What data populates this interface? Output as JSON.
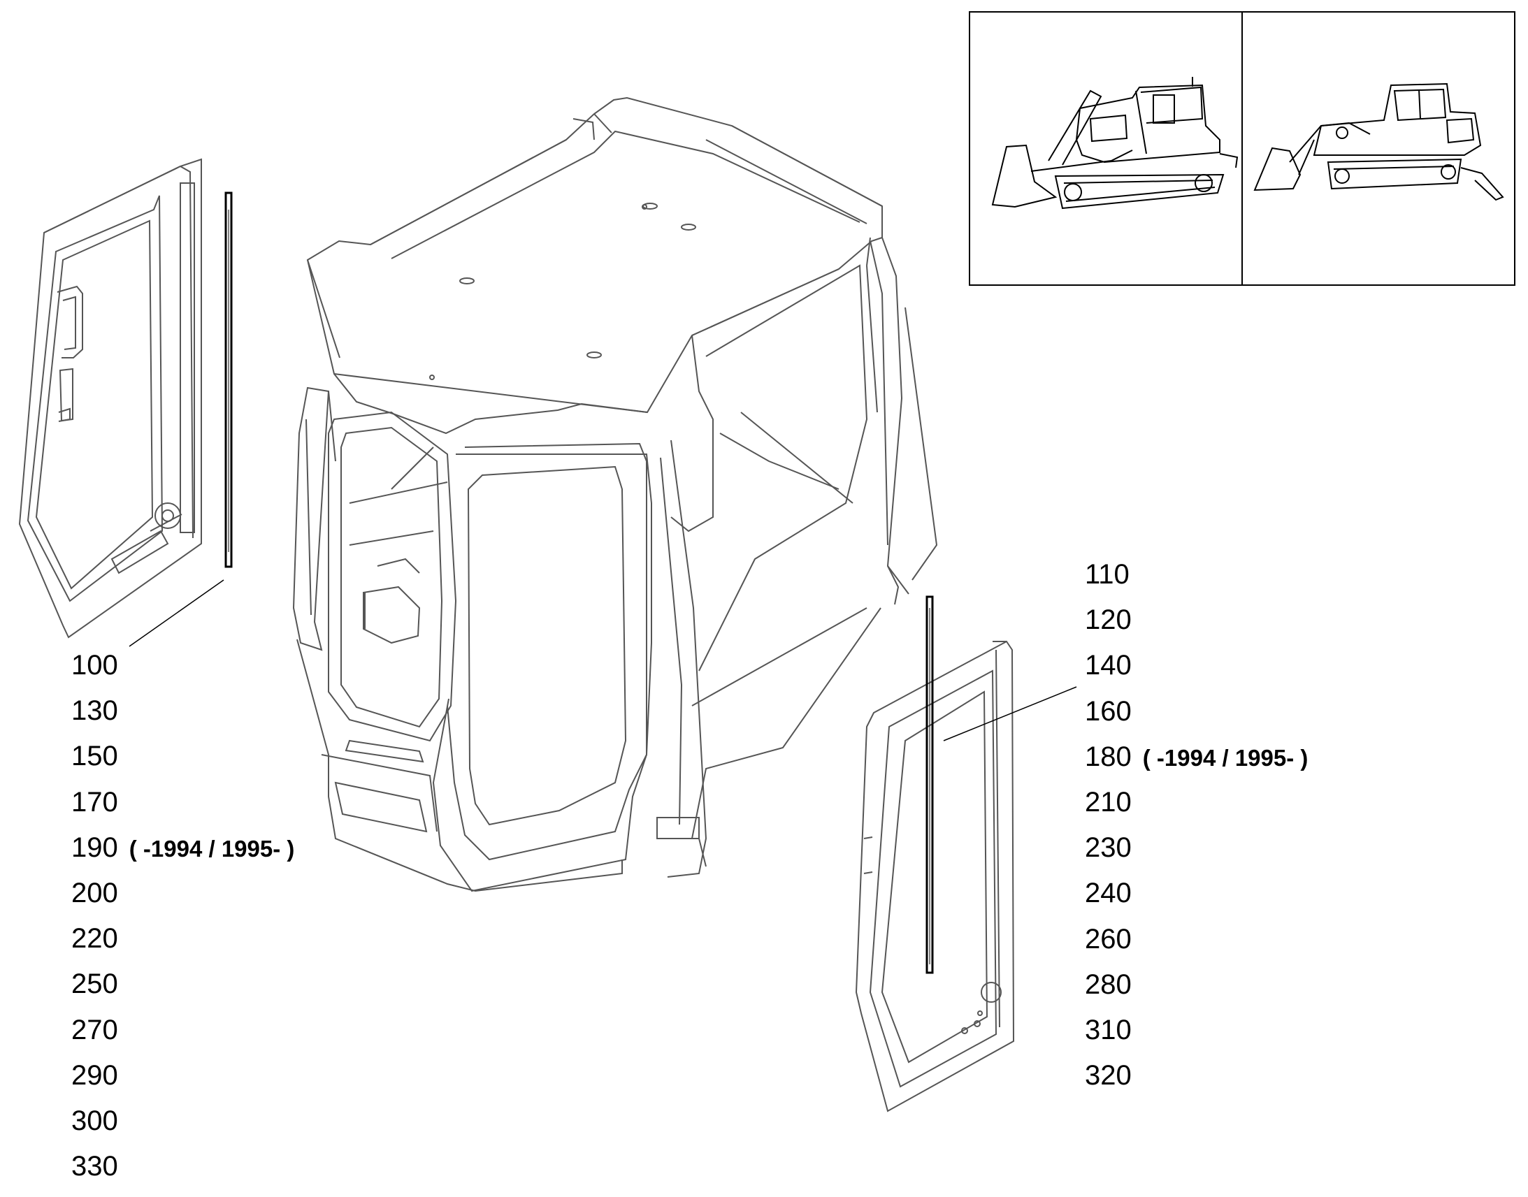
{
  "left_callouts": [
    {
      "num": "100",
      "note": ""
    },
    {
      "num": "130",
      "note": ""
    },
    {
      "num": "150",
      "note": ""
    },
    {
      "num": "170",
      "note": ""
    },
    {
      "num": "190",
      "note": "( -1994 / 1995- )"
    },
    {
      "num": "200",
      "note": ""
    },
    {
      "num": "220",
      "note": ""
    },
    {
      "num": "250",
      "note": ""
    },
    {
      "num": "270",
      "note": ""
    },
    {
      "num": "290",
      "note": ""
    },
    {
      "num": "300",
      "note": ""
    },
    {
      "num": "330",
      "note": ""
    }
  ],
  "right_callouts": [
    {
      "num": "110",
      "note": ""
    },
    {
      "num": "120",
      "note": ""
    },
    {
      "num": "140",
      "note": ""
    },
    {
      "num": "160",
      "note": ""
    },
    {
      "num": "180",
      "note": "( -1994 / 1995- )"
    },
    {
      "num": "210",
      "note": ""
    },
    {
      "num": "230",
      "note": ""
    },
    {
      "num": "240",
      "note": ""
    },
    {
      "num": "260",
      "note": ""
    },
    {
      "num": "280",
      "note": ""
    },
    {
      "num": "310",
      "note": ""
    },
    {
      "num": "320",
      "note": ""
    }
  ],
  "colors": {
    "line": "#555555",
    "ink": "#000000",
    "background": "#ffffff"
  }
}
